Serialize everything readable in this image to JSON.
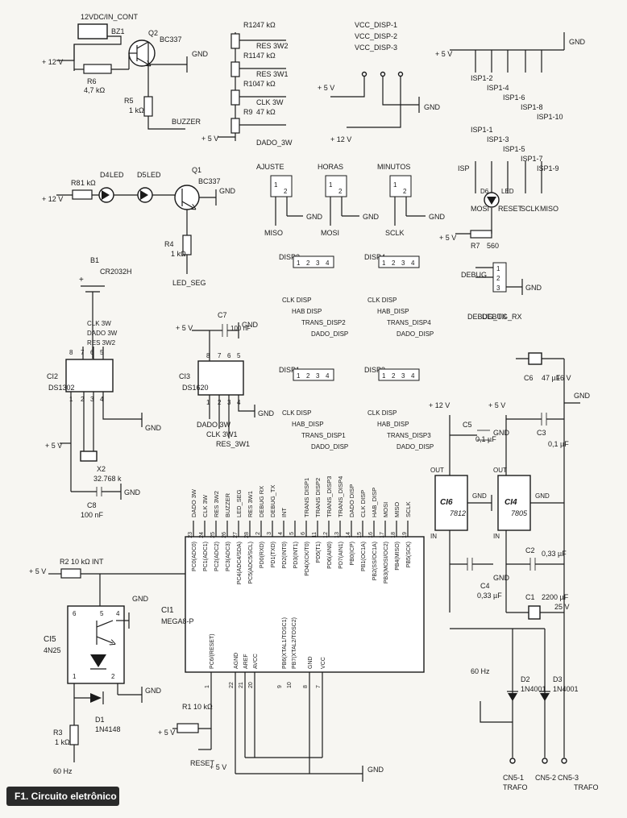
{
  "caption": "F1. Circuito eletrônico",
  "ic_main": {
    "ref": "CI1",
    "part": "MEGA8-P",
    "pins_top": [
      {
        "num": "23",
        "name": "PC0(ADC0)",
        "net": "DADO 3W"
      },
      {
        "num": "24",
        "name": "PC1(ADC1)",
        "net": "CLK 3W"
      },
      {
        "num": "25",
        "name": "PC2(ADC2)",
        "net": "RES 3W2"
      },
      {
        "num": "26",
        "name": "PC3(ADC3)",
        "net": "BUZZER"
      },
      {
        "num": "27",
        "name": "PC4(ADC4/SDA)",
        "net": "LED_SEG"
      },
      {
        "num": "28",
        "name": "PC5(ADC5/SCL)",
        "net": "RES 3W1"
      },
      {
        "num": "2",
        "name": "PD0(RXD)",
        "net": "DEBUG RX"
      },
      {
        "num": "3",
        "name": "PD1(TXD)",
        "net": "DEBUG_TX"
      },
      {
        "num": "4",
        "name": "PD2(INT0)",
        "net": "INT"
      },
      {
        "num": "5",
        "name": "PD3(INT1)",
        "net": ""
      },
      {
        "num": "6",
        "name": "PD4(XCK/T0)",
        "net": "TRANS DISP1"
      },
      {
        "num": "11",
        "name": "PD5(T1)",
        "net": "TRANS DISP2"
      },
      {
        "num": "12",
        "name": "PD6(AIN0)",
        "net": "TRANS_DISP3"
      },
      {
        "num": "13",
        "name": "PD7(AIN1)",
        "net": "TRANS_DISP4"
      },
      {
        "num": "14",
        "name": "PB0(ICP)",
        "net": "DADO DISP"
      },
      {
        "num": "15",
        "name": "PB1(OC1A)",
        "net": "CLK DISP"
      },
      {
        "num": "16",
        "name": "PB2(SS/OC1A)",
        "net": "HAB_DISP"
      },
      {
        "num": "17",
        "name": "PB3(MOSI/OC2)",
        "net": "MOSI"
      },
      {
        "num": "18",
        "name": "PB4(MISO)",
        "net": "MISO"
      },
      {
        "num": "19",
        "name": "PB5(SCK)",
        "net": "SCLK"
      }
    ],
    "pins_bottom": [
      {
        "num": "1",
        "name": "PC6/(RESET)"
      },
      {
        "num": "22",
        "name": "AGND"
      },
      {
        "num": "21",
        "name": "AREF"
      },
      {
        "num": "20",
        "name": "AVCC"
      },
      {
        "num": "9",
        "name": "PB6(XTAL1/TOSC1)"
      },
      {
        "num": "10",
        "name": "PB7(XTAL2/TOSC2)"
      },
      {
        "num": "8",
        "name": "GND"
      },
      {
        "num": "7",
        "name": "VCC"
      }
    ]
  },
  "rtc": {
    "ref": "CI2",
    "part": "DS1302",
    "top_pins": [
      {
        "num": "8",
        "net": ""
      },
      {
        "num": "7",
        "net": "CLK 3W"
      },
      {
        "num": "6",
        "net": "DADO 3W"
      },
      {
        "num": "5",
        "net": "RES 3W2"
      }
    ],
    "bottom_pins": [
      "1",
      "2",
      "3",
      "4"
    ]
  },
  "sensor": {
    "ref": "CI3",
    "part": "DS1620",
    "top_pins": [
      "8",
      "7",
      "6",
      "5"
    ],
    "bottom_pins": [
      "1",
      "2",
      "3",
      "4"
    ],
    "nets": [
      "DADO 3W",
      "CLK 3W1",
      "RES_3W1"
    ]
  },
  "optocoupler": {
    "ref": "CI5",
    "part": "4N25",
    "pins": [
      "6",
      "5",
      "4",
      "1",
      "2"
    ]
  },
  "reg_12": {
    "ref": "CI6",
    "part": "7812",
    "in": "IN",
    "out": "OUT",
    "gnd": "GND"
  },
  "reg_5": {
    "ref": "CI4",
    "part": "7805",
    "in": "IN",
    "out": "OUT",
    "gnd": "GND"
  },
  "battery": {
    "ref": "B1",
    "part": "CR2032H",
    "plus": "+"
  },
  "crystal": {
    "ref": "X2",
    "value": "32.768 k"
  },
  "buzzer": {
    "ref": "BZ1",
    "label": "12VDC/IN_CONT"
  },
  "transistors": [
    {
      "ref": "Q2",
      "part": "BC337"
    },
    {
      "ref": "Q1",
      "part": "BC337"
    }
  ],
  "leds": [
    {
      "ref": "D4",
      "part": "LED"
    },
    {
      "ref": "D5",
      "part": "LED"
    },
    {
      "ref": "D6",
      "part": "LED"
    }
  ],
  "diodes": [
    {
      "ref": "D1",
      "part": "1N4148"
    },
    {
      "ref": "D2",
      "part": "1N4001"
    },
    {
      "ref": "D3",
      "part": "1N4001"
    }
  ],
  "resistors": [
    {
      "ref": "R12",
      "value": "47 kΩ",
      "net": "RES 3W2"
    },
    {
      "ref": "R11",
      "value": "47 kΩ",
      "net": "RES 3W1"
    },
    {
      "ref": "R10",
      "value": "47 kΩ",
      "net": "CLK 3W"
    },
    {
      "ref": "R9",
      "value": "47 kΩ",
      "net": "DADO_3W"
    },
    {
      "ref": "R6",
      "value": "4,7 kΩ"
    },
    {
      "ref": "R5",
      "value": "1 kΩ",
      "net": "BUZZER"
    },
    {
      "ref": "R8",
      "value": "1 kΩ"
    },
    {
      "ref": "R4",
      "value": "1 kΩ",
      "net": "LED_SEG"
    },
    {
      "ref": "R2",
      "value": "10 kΩ",
      "net": "INT"
    },
    {
      "ref": "R3",
      "value": "1 kΩ",
      "net": "60 Hz"
    },
    {
      "ref": "R1",
      "value": "10 kΩ",
      "net": "RESET"
    },
    {
      "ref": "R7",
      "value": "560"
    }
  ],
  "capacitors": [
    {
      "ref": "C7",
      "value": "100 nF"
    },
    {
      "ref": "C8",
      "value": "100 nF"
    },
    {
      "ref": "C6",
      "value": "47 µF",
      "voltage": "16 V"
    },
    {
      "ref": "C5",
      "value": "0,1 µF"
    },
    {
      "ref": "C3",
      "value": "0,1 µF"
    },
    {
      "ref": "C4",
      "value": "0,33 µF"
    },
    {
      "ref": "C2",
      "value": "0,33 µF"
    },
    {
      "ref": "C1",
      "value": "2200 µF",
      "voltage": "25 V"
    }
  ],
  "buttons": [
    {
      "label": "AJUSTE",
      "net": "MISO"
    },
    {
      "label": "HORAS",
      "net": "MOSI"
    },
    {
      "label": "MINUTOS",
      "net": "SCLK"
    }
  ],
  "displays": [
    {
      "label": "DISP2",
      "nets": [
        "CLK DISP",
        "HAB DISP",
        "TRANS_DISP2",
        "DADO_DISP"
      ]
    },
    {
      "label": "DISP4",
      "nets": [
        "CLK DISP",
        "HAB_DISP",
        "TRANS_DISP4",
        "DADO_DISP"
      ]
    },
    {
      "label": "DISP1",
      "nets": [
        "CLK DISP",
        "HAB_DISP",
        "TRANS_DISP1",
        "DADO_DISP"
      ]
    },
    {
      "label": "DISP3",
      "nets": [
        "CLK DISP",
        "HAB_DISP",
        "TRANS_DISP3",
        "DADO_DISP"
      ]
    }
  ],
  "debug": {
    "label": "DEBUG",
    "nets": [
      "DEBUG_TX",
      "DEBUG_RX"
    ],
    "pins": [
      "1",
      "2",
      "3"
    ]
  },
  "isp": {
    "label": "ISP",
    "top": [
      "ISP1-2",
      "ISP1-4",
      "ISP1-6",
      "ISP1-8",
      "ISP1-10"
    ],
    "bottom": [
      "ISP1-1",
      "ISP1-3",
      "ISP1-5",
      "ISP1-7",
      "ISP1-9"
    ],
    "nets": [
      "MOSI",
      "RESET",
      "SCLK",
      "MISO"
    ]
  },
  "vcc_disp": [
    "VCC_DISP-1",
    "VCC_DISP-2",
    "VCC_DISP-3"
  ],
  "connectors": [
    {
      "ref": "CN5-1",
      "label": "TRAFO"
    },
    {
      "ref": "CN5-2",
      "label": ""
    },
    {
      "ref": "CN5-3",
      "label": "TRAFO"
    }
  ],
  "rails": {
    "v12": "+ 12 V",
    "v5": "+ 5 V",
    "gnd": "GND",
    "hz": "60 Hz",
    "int": "INT"
  },
  "pin_numbers": [
    "1",
    "2",
    "3",
    "4"
  ]
}
